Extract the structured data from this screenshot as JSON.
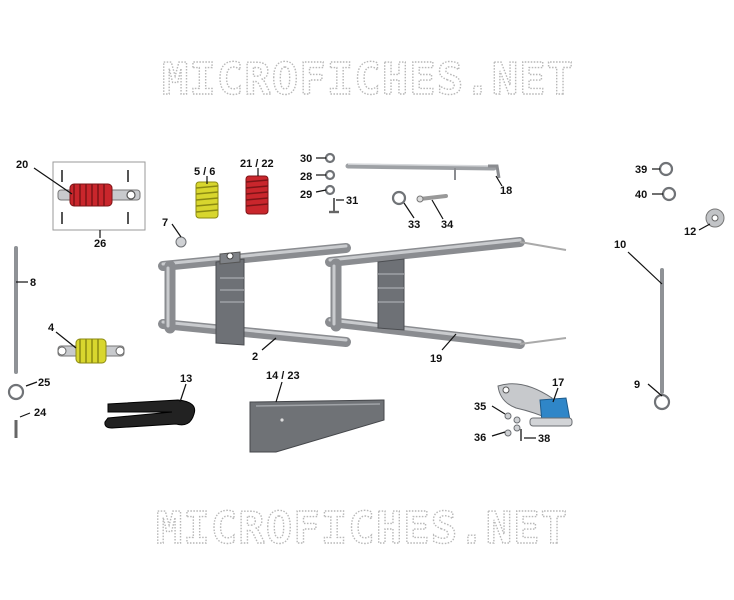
{
  "watermark": {
    "top": "MICROFICHES.NET",
    "bottom": "MICROFICHES.NET"
  },
  "labels": {
    "p20": "20",
    "p26": "26",
    "p5_6": "5 / 6",
    "p21_22": "21 / 22",
    "p7": "7",
    "p30": "30",
    "p28": "28",
    "p29": "29",
    "p31": "31",
    "p33": "33",
    "p34": "34",
    "p18": "18",
    "p39": "39",
    "p40": "40",
    "p12": "12",
    "p10": "10",
    "p8": "8",
    "p4": "4",
    "p2": "2",
    "p19": "19",
    "p25": "25",
    "p24": "24",
    "p13": "13",
    "p14_23": "14 / 23",
    "p35": "35",
    "p36": "36",
    "p17": "17",
    "p38": "38",
    "p9": "9"
  },
  "colors": {
    "spring_red": "#c9262c",
    "spring_yellow": "#d8d62e",
    "bracket_blue": "#2f86c8",
    "metal": "#8a8c90"
  }
}
